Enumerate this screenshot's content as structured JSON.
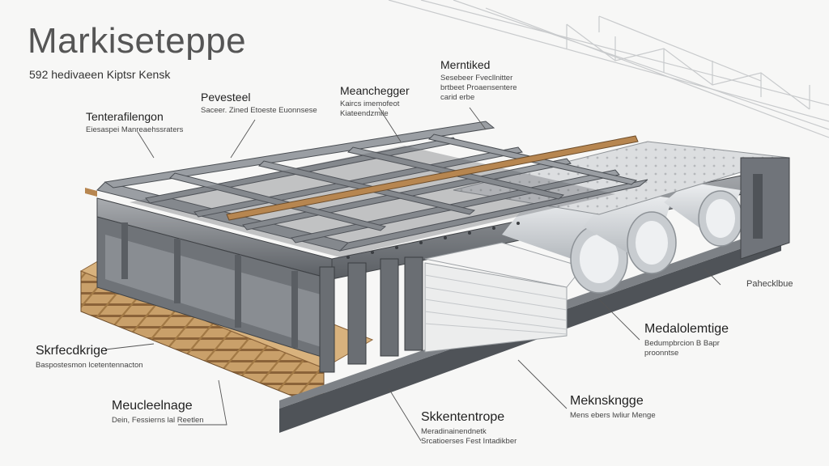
{
  "title": "Markiseteppe",
  "subtitle": "592 hedivaeen Kiptsr Kensk",
  "labels": {
    "tenterafilengon": {
      "heading": "Tenterafilengon",
      "desc": "Eiesaspei Manreaehssraters"
    },
    "pevesteel": {
      "heading": "Pevesteel",
      "desc": "Saceer. Zined Etoeste Euonnsese"
    },
    "meanchegger": {
      "heading": "Meanchegger",
      "desc": "Kaircs imemofeot\nKiateendzmile"
    },
    "mentiked": {
      "heading": "Merntiked",
      "desc": "Sesebeer Fvecllnitter\nbrtbeet Proaensentere\ncarid erbe"
    },
    "pahecklbue": {
      "heading": "Pahecklbue",
      "desc": ""
    },
    "skrfecdkrige": {
      "heading": "Skrfecdkrige",
      "desc": "Baspostesmon lcetentennacton"
    },
    "medalolemtige": {
      "heading": "Medalolemtige",
      "desc": "Bedumpbrcion B Bapr\nproonntse"
    },
    "meucleelnage": {
      "heading": "Meucleelnage",
      "desc": "Dein, Fessierns lal Reetlen"
    },
    "meknskngge": {
      "heading": "Meknskngge",
      "desc": "Mens ebers lwliur Menge"
    },
    "skkententrope": {
      "heading": "Skkententrope",
      "desc": "Meradinainendnetk\nSrcatioerses Fest Intadikber"
    }
  },
  "colors": {
    "steel": "#8a8d91",
    "steel_dark": "#4f5358",
    "steel_light": "#b9bcc0",
    "wood": "#c9a06a",
    "wood_dark": "#8a6238",
    "pipe": "#d9dce0",
    "panel": "#e6e7e8",
    "leader": "#555555"
  }
}
